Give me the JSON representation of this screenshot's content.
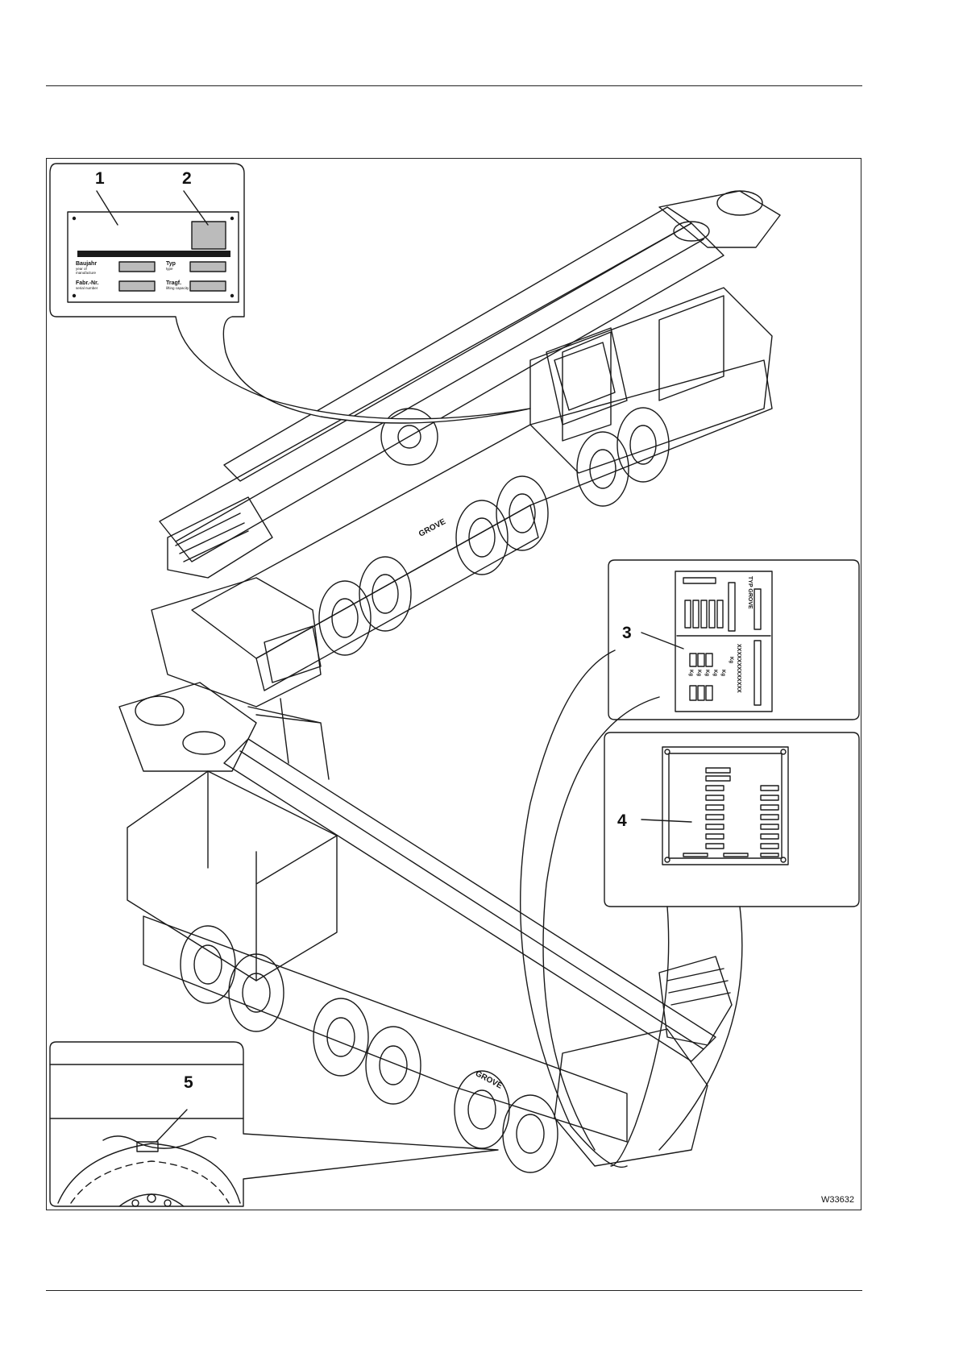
{
  "figure": {
    "id": "W33632",
    "callouts": [
      "1",
      "2",
      "3",
      "4",
      "5"
    ],
    "plate1": {
      "year_label": "Baujahr",
      "year_sub": "year of manufacture",
      "type_label": "Typ",
      "type_sub": "type",
      "serial_label": "Fabr.-Nr.",
      "serial_sub": "serial number",
      "capacity_label": "Tragf.",
      "capacity_sub": "lifting capacity"
    },
    "plate3": {
      "header": "TYP GROVE",
      "code": "XXXXXXXXXXXXX",
      "unit": "Kg"
    },
    "brand": "GROVE"
  }
}
